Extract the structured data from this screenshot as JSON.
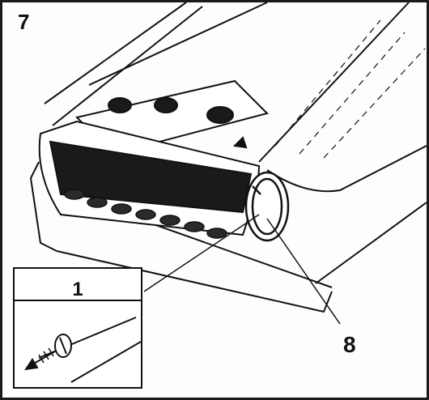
{
  "figure": {
    "step_number": "7",
    "callout_number": "8",
    "inset_number": "1"
  },
  "colors": {
    "ink": "#111111",
    "paper": "#fdfdfd",
    "shade": "#2a2a2a"
  }
}
